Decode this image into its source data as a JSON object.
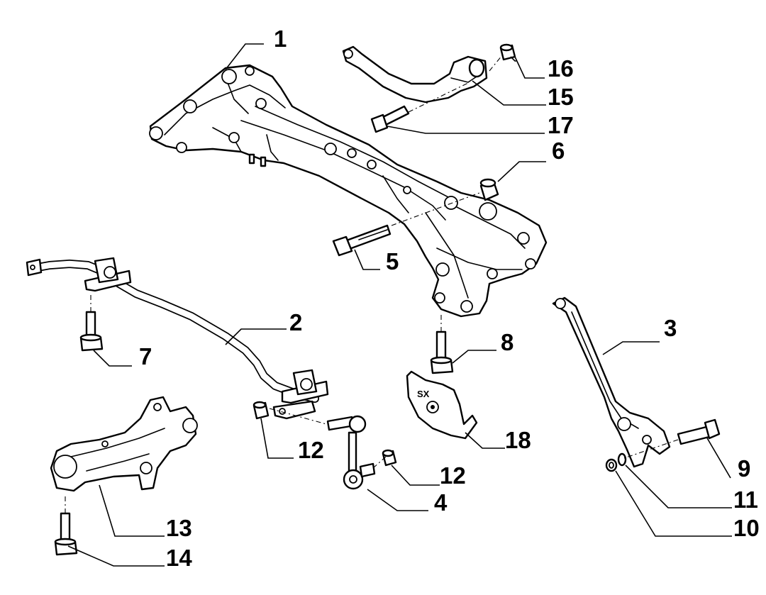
{
  "diagram": {
    "callouts": [
      "1",
      "2",
      "3",
      "4",
      "5",
      "6",
      "7",
      "8",
      "9",
      "10",
      "11",
      "12",
      "12",
      "13",
      "14",
      "15",
      "16",
      "17",
      "18"
    ],
    "stamp_text": "SX"
  }
}
